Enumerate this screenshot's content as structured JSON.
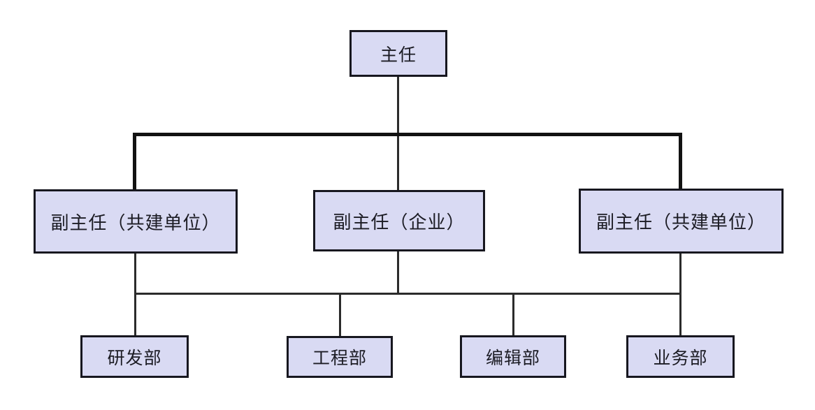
{
  "org_chart": {
    "root": {
      "label": "主任"
    },
    "deputies": [
      {
        "label": "副主任（共建单位）"
      },
      {
        "label": "副主任（企业）"
      },
      {
        "label": "副主任（共建单位）"
      }
    ],
    "departments": [
      {
        "label": "研发部"
      },
      {
        "label": "工程部"
      },
      {
        "label": "编辑部"
      },
      {
        "label": "业务部"
      }
    ]
  },
  "colors": {
    "node_fill": "#d9daf3",
    "node_border": "#17171f",
    "connector_thick": "#121212",
    "connector_thin": "#2b2b2b",
    "background": "#ffffff"
  }
}
